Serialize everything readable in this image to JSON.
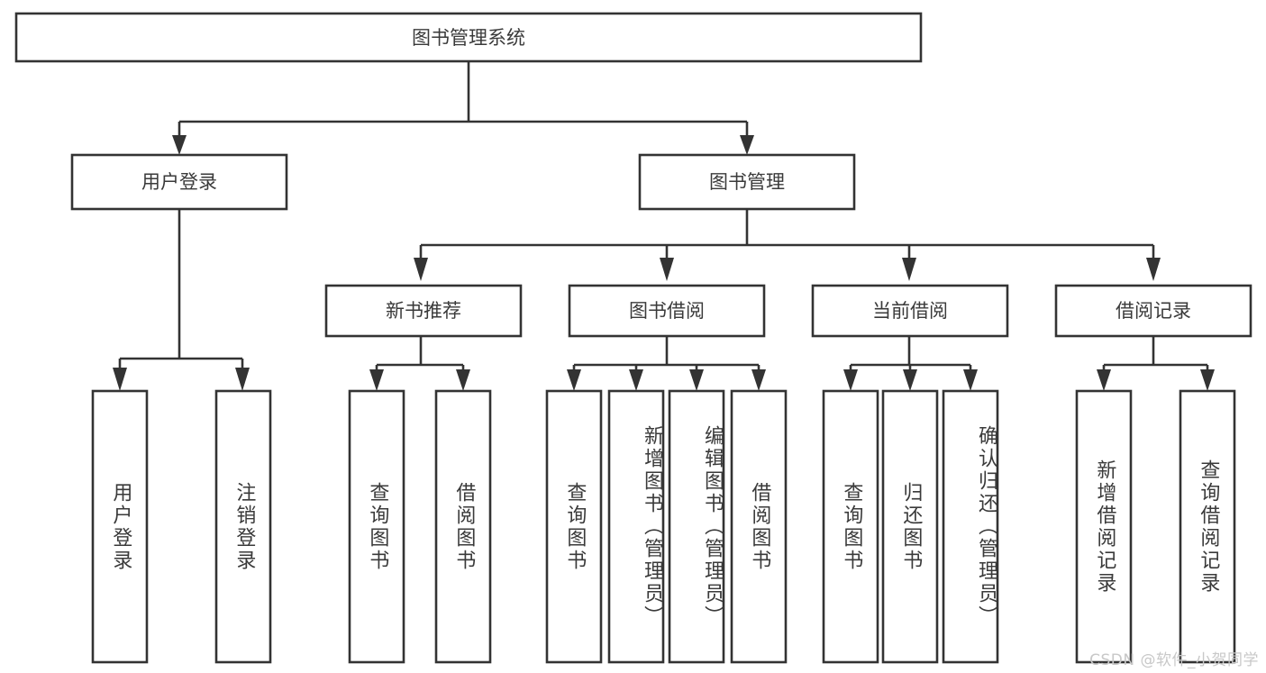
{
  "diagram": {
    "title": "图书管理系统",
    "type": "tree-hierarchy-chart",
    "watermark": "CSDN @软件_小贺同学",
    "colors": {
      "stroke": "#333333",
      "fill": "#ffffff",
      "text": "#3a3a3a",
      "watermark": "#c8c8c8",
      "background": "#ffffff"
    },
    "levels": {
      "root": "图书管理系统",
      "level2": [
        "用户登录",
        "图书管理"
      ],
      "level3": [
        "新书推荐",
        "图书借阅",
        "当前借阅",
        "借阅记录"
      ]
    },
    "nodes": {
      "root": {
        "label": "图书管理系统"
      },
      "user_login": {
        "label": "用户登录"
      },
      "book_manage": {
        "label": "图书管理"
      },
      "new_book_rec": {
        "label": "新书推荐"
      },
      "book_borrow": {
        "label": "图书借阅"
      },
      "current_borrow": {
        "label": "当前借阅"
      },
      "borrow_record": {
        "label": "借阅记录"
      },
      "leaf_user_login": {
        "label": "用户登录"
      },
      "leaf_user_logout": {
        "label": "注销登录"
      },
      "leaf_rec_query": {
        "label": "查询图书"
      },
      "leaf_rec_borrow": {
        "label": "借阅图书"
      },
      "leaf_borrow_query": {
        "label": "查询图书"
      },
      "leaf_borrow_add": {
        "label": "新增图书（管理员）"
      },
      "leaf_borrow_edit": {
        "label": "编辑图书（管理员）"
      },
      "leaf_borrow_lend": {
        "label": "借阅图书"
      },
      "leaf_cur_query": {
        "label": "查询图书"
      },
      "leaf_cur_return": {
        "label": "归还图书"
      },
      "leaf_cur_confirm": {
        "label": "确认归还（管理员）"
      },
      "leaf_rec_add": {
        "label": "新增借阅记录"
      },
      "leaf_rec_search": {
        "label": "查询借阅记录"
      }
    },
    "edges": [
      {
        "from": "图书管理系统",
        "to": "用户登录"
      },
      {
        "from": "图书管理系统",
        "to": "图书管理"
      },
      {
        "from": "用户登录",
        "to": "用户登录"
      },
      {
        "from": "用户登录",
        "to": "注销登录"
      },
      {
        "from": "图书管理",
        "to": "新书推荐"
      },
      {
        "from": "图书管理",
        "to": "图书借阅"
      },
      {
        "from": "图书管理",
        "to": "当前借阅"
      },
      {
        "from": "图书管理",
        "to": "借阅记录"
      },
      {
        "from": "新书推荐",
        "to": "查询图书"
      },
      {
        "from": "新书推荐",
        "to": "借阅图书"
      },
      {
        "from": "图书借阅",
        "to": "查询图书"
      },
      {
        "from": "图书借阅",
        "to": "新增图书（管理员）"
      },
      {
        "from": "图书借阅",
        "to": "编辑图书（管理员）"
      },
      {
        "from": "图书借阅",
        "to": "借阅图书"
      },
      {
        "from": "当前借阅",
        "to": "查询图书"
      },
      {
        "from": "当前借阅",
        "to": "归还图书"
      },
      {
        "from": "当前借阅",
        "to": "确认归还（管理员）"
      },
      {
        "from": "借阅记录",
        "to": "新增借阅记录"
      },
      {
        "from": "借阅记录",
        "to": "查询借阅记录"
      }
    ]
  }
}
